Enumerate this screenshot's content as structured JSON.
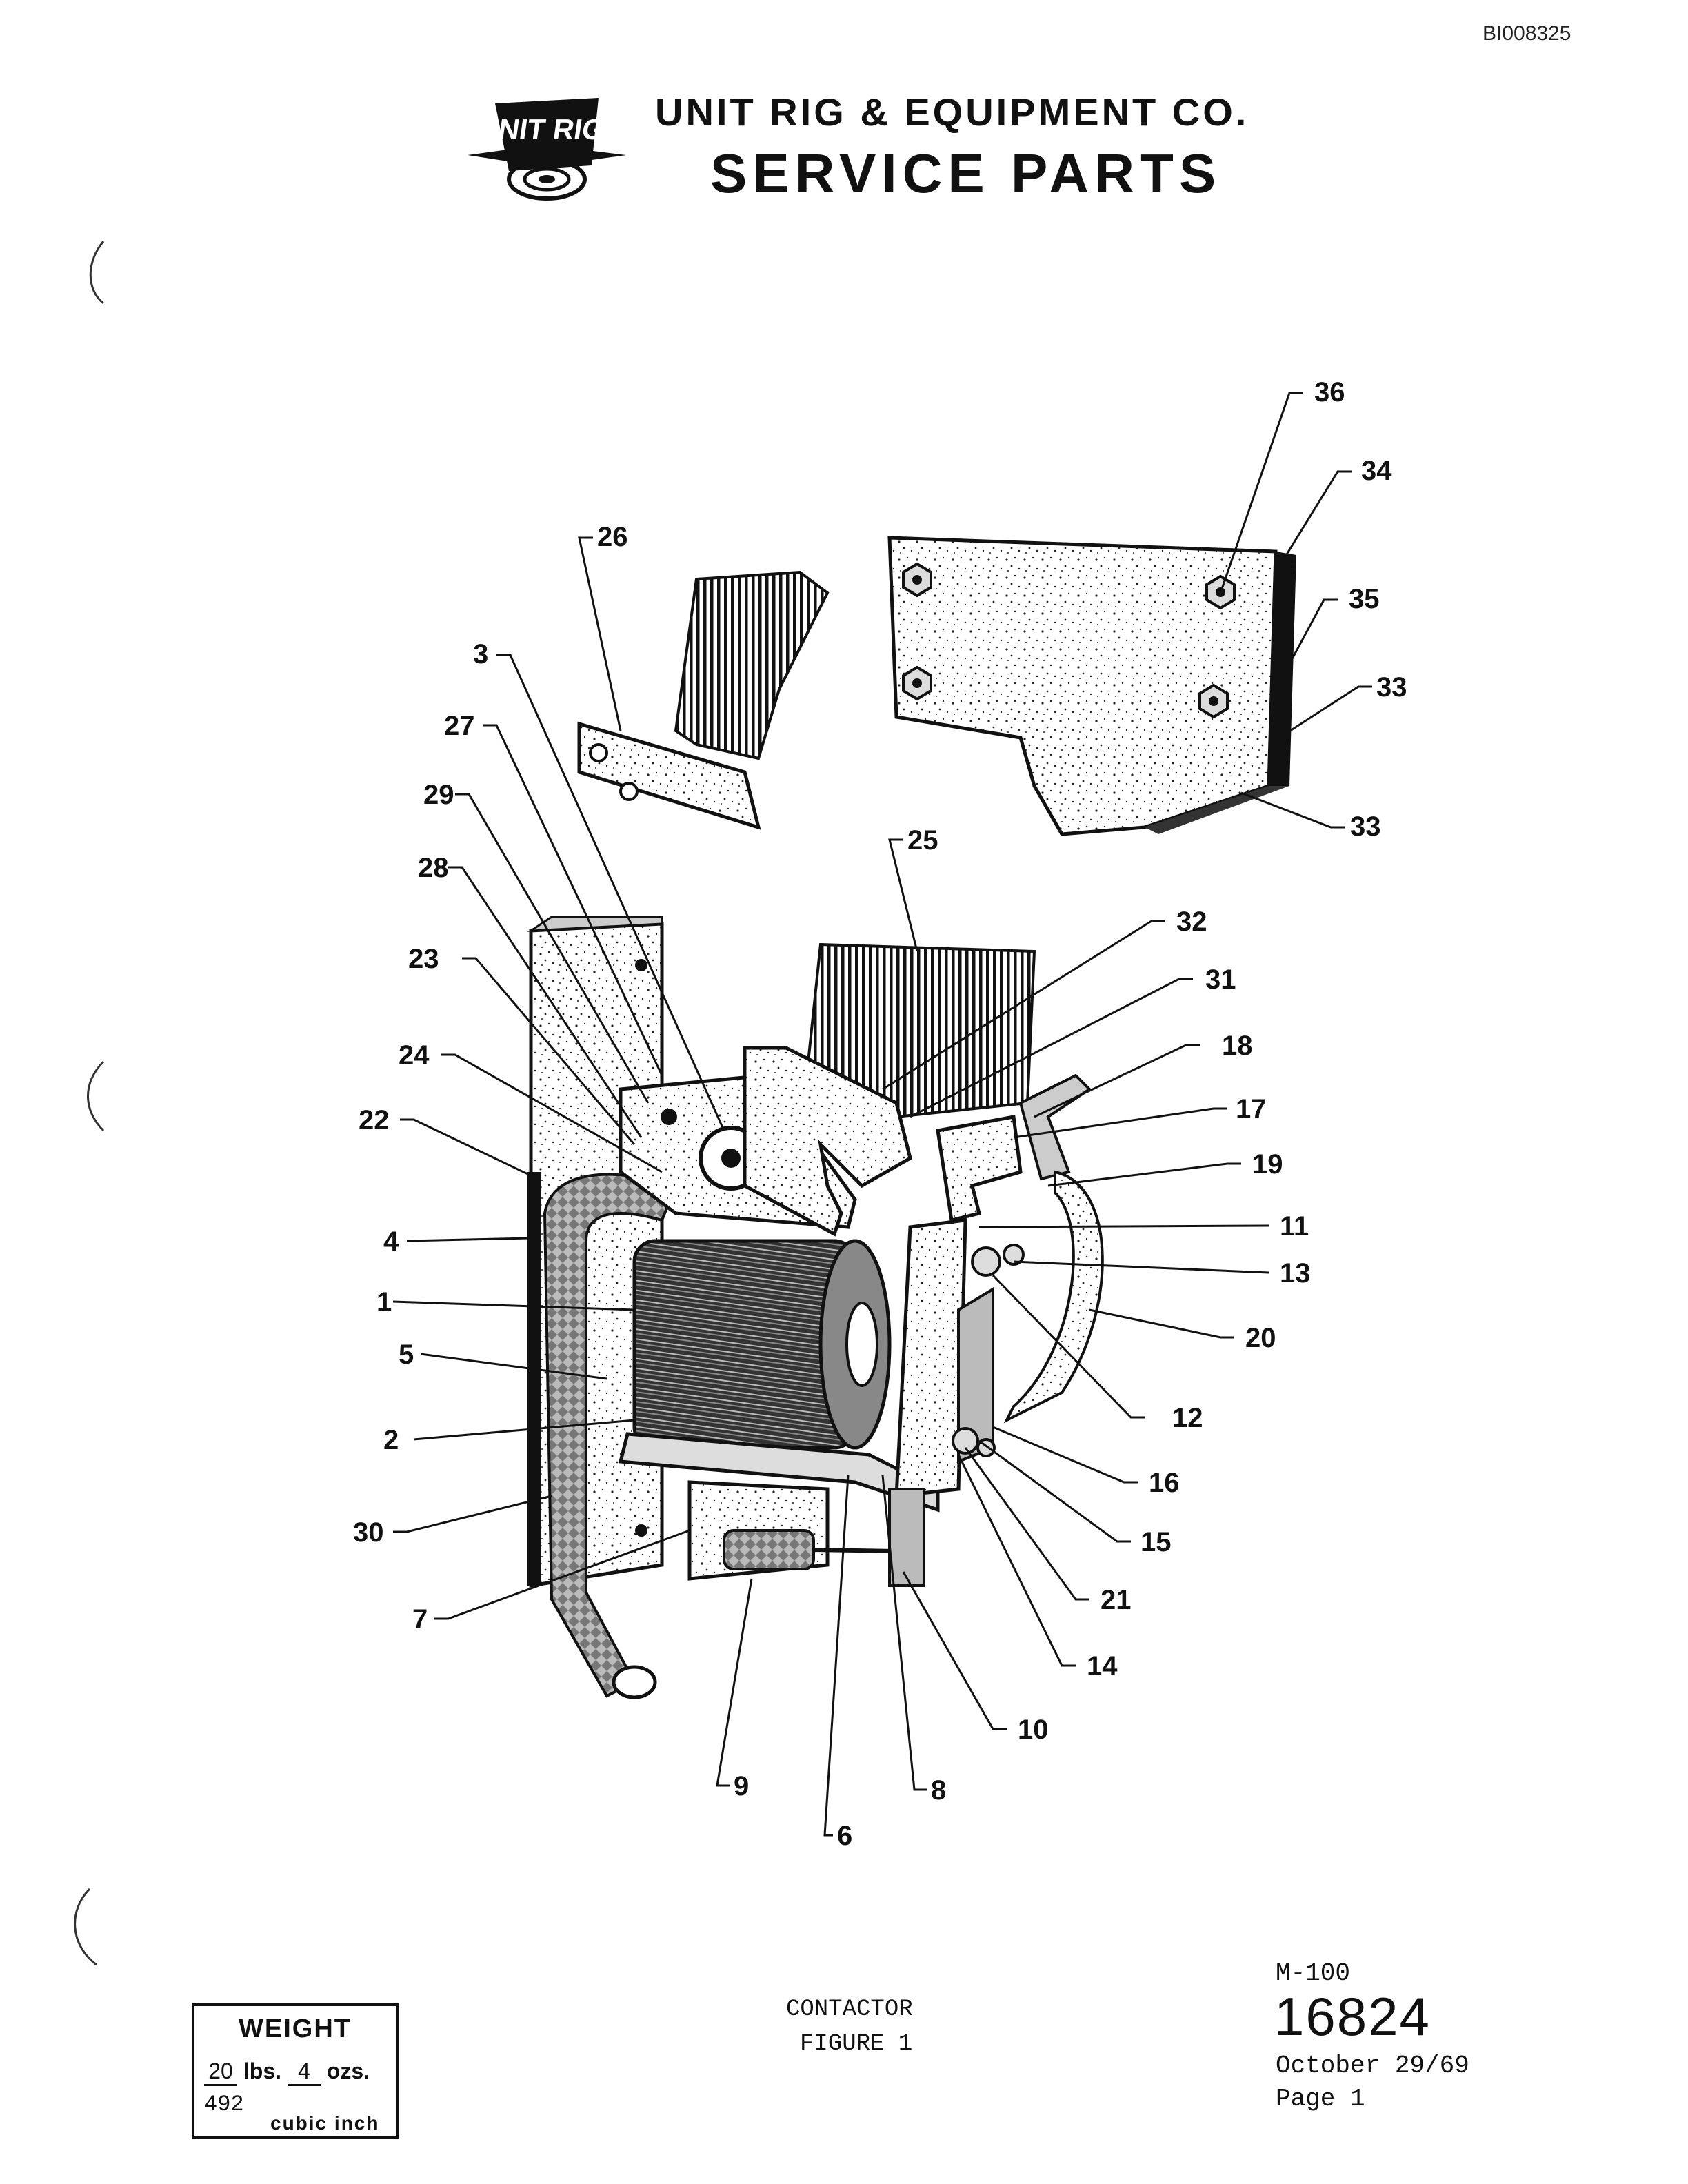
{
  "doc_id": "BI008325",
  "header": {
    "company": "UNIT RIG & EQUIPMENT CO.",
    "title": "SERVICE PARTS",
    "logo_text": "UNIT RIG"
  },
  "callouts": [
    "36",
    "34",
    "26",
    "35",
    "33",
    "3",
    "27",
    "33",
    "29",
    "25",
    "28",
    "32",
    "23",
    "31",
    "18",
    "24",
    "17",
    "22",
    "19",
    "11",
    "4",
    "13",
    "1",
    "20",
    "5",
    "12",
    "2",
    "16",
    "30",
    "15",
    "21",
    "7",
    "14",
    "10",
    "9",
    "8",
    "6"
  ],
  "weight": {
    "title": "WEIGHT",
    "lbs": "20",
    "lbs_unit": "lbs.",
    "ozs": "4",
    "ozs_unit": "ozs.",
    "cubic": "492",
    "cubic_unit": "cubic inch"
  },
  "caption": {
    "line1": "CONTACTOR",
    "line2": "FIGURE 1"
  },
  "footer": {
    "model": "M-100",
    "part_number": "16824",
    "date": "October 29/69",
    "page": "Page 1"
  }
}
